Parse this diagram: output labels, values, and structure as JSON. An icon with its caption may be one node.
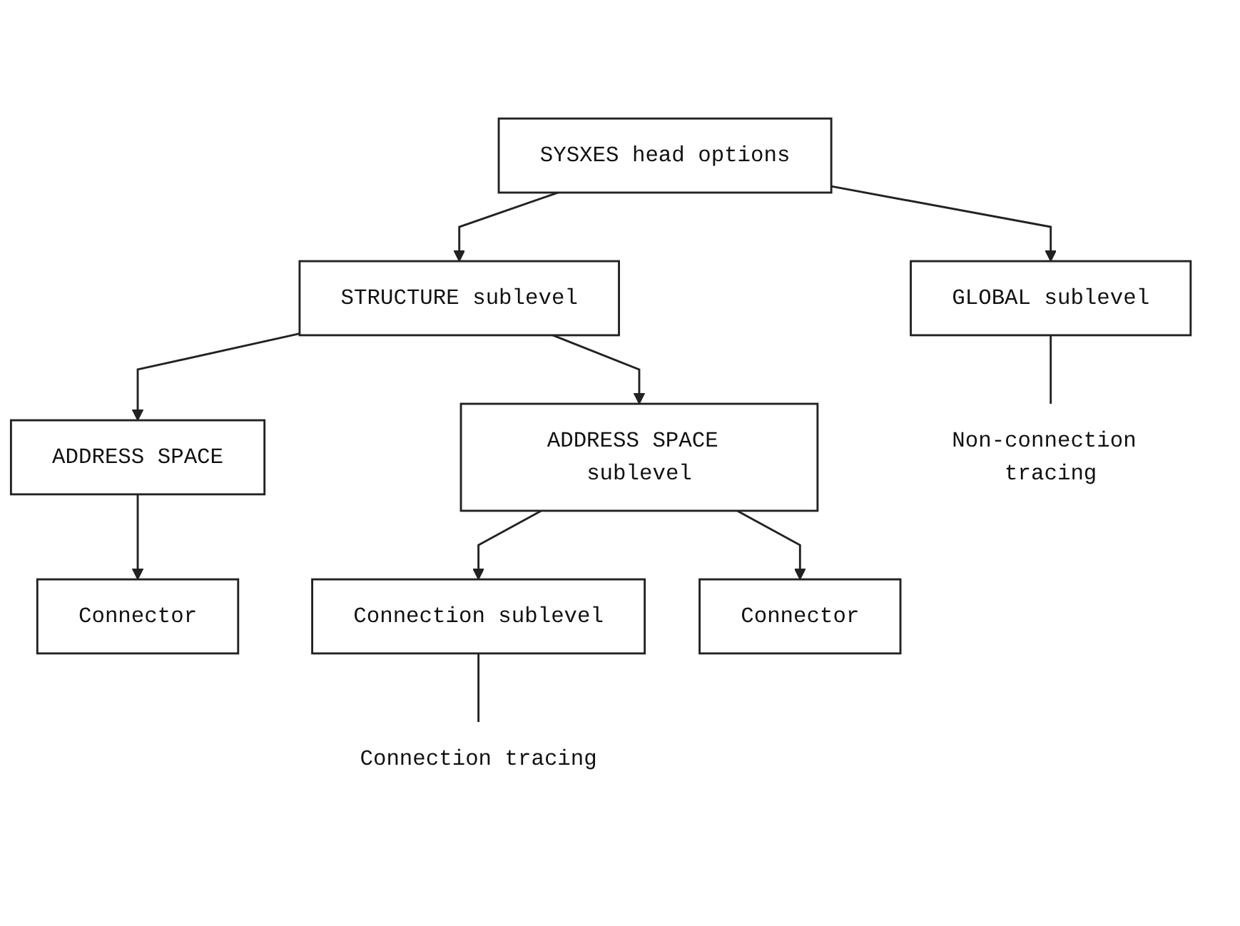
{
  "diagram": {
    "nodes": [
      {
        "text": [
          "SYSXES head options"
        ]
      },
      {
        "text": [
          "GLOBAL sublevel"
        ]
      },
      {
        "text": [
          "STRUCTURE sublevel"
        ]
      },
      {
        "text": [
          "ADDRESS SPACE"
        ]
      },
      {
        "text": [
          "ADDRESS SPACE sublevel"
        ]
      },
      {
        "text": [
          "Connector"
        ]
      },
      {
        "text": [
          "Connection sublevel"
        ]
      },
      {
        "text": [
          "Connector"
        ]
      },
      {
        "text": [
          "Non-connection tracing"
        ]
      },
      {
        "text": [
          "Connection tracing"
        ]
      }
    ],
    "edges": [
      {
        "from": 0,
        "to": 1,
        "arrow": "to"
      },
      {
        "from": 0,
        "to": 2,
        "arrow": "to"
      },
      {
        "from": 2,
        "to": 3,
        "arrow": "to"
      },
      {
        "from": 2,
        "to": 4,
        "arrow": "to"
      },
      {
        "from": 3,
        "to": 5,
        "arrow": "to"
      },
      {
        "from": 4,
        "to": 6,
        "arrow": "to"
      },
      {
        "from": 4,
        "to": 7,
        "arrow": "to"
      },
      {
        "from": 1,
        "to": 8,
        "arrow": "none"
      },
      {
        "from": 6,
        "to": 9,
        "arrow": "none"
      }
    ]
  }
}
